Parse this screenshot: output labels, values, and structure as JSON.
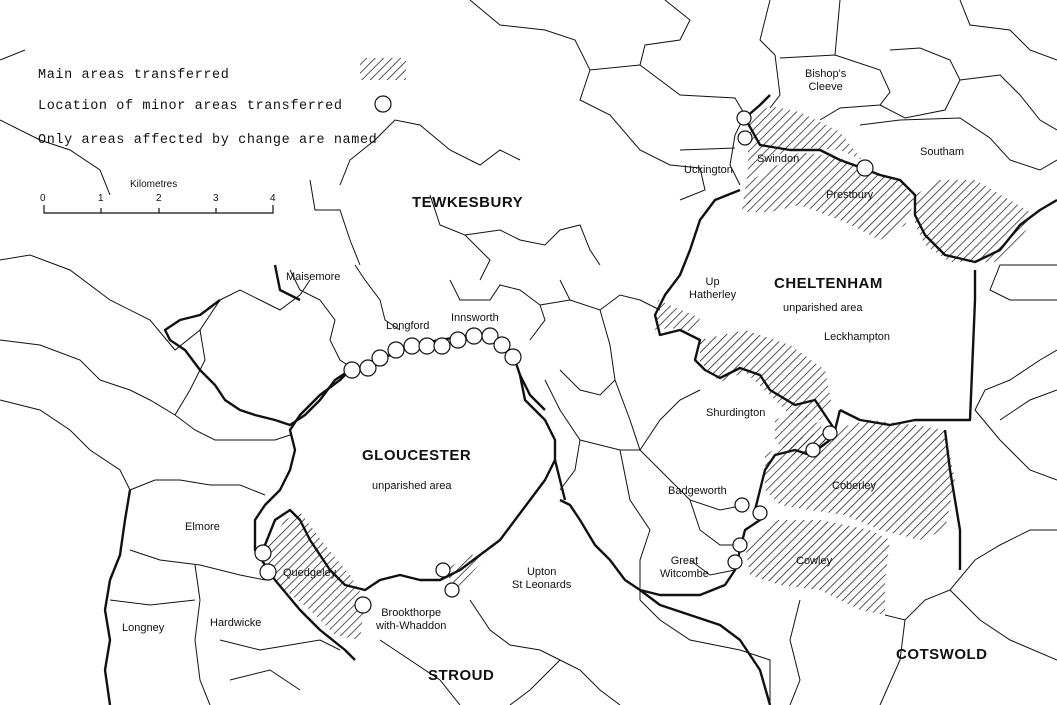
{
  "legend": {
    "main_areas": "Main areas transferred",
    "minor_areas": "Location of minor areas transferred",
    "note": "Only areas affected by change are named"
  },
  "scale": {
    "title": "Kilometres",
    "ticks": [
      "0",
      "1",
      "2",
      "3",
      "4"
    ]
  },
  "districts": {
    "tewkesbury": "TEWKESBURY",
    "cheltenham": "CHELTENHAM",
    "gloucester": "GLOUCESTER",
    "stroud": "STROUD",
    "cotswold": "COTSWOLD"
  },
  "unparished": {
    "cheltenham": "unparished area",
    "gloucester": "unparished area"
  },
  "parishes": {
    "bishops_cleeve": "Bishop's\nCleeve",
    "southam": "Southam",
    "swindon": "Swindon",
    "uckington": "Uckington",
    "prestbury": "Prestbury",
    "maisemore": "Maisemore",
    "longford": "Longford",
    "innsworth": "Innsworth",
    "up_hatherley": "Up\nHatherley",
    "leckhampton": "Leckhampton",
    "shurdington": "Shurdington",
    "badgeworth": "Badgeworth",
    "coberley": "Coberley",
    "elmore": "Elmore",
    "quedgeley": "Quedgeley",
    "great_witcombe": "Great\nWitcombe",
    "cowley": "Cowley",
    "upton_st_leonards": "Upton\nSt Leonards",
    "brookthorpe": "Brookthorpe\nwith-Whaddon",
    "longney": "Longney",
    "hardwicke": "Hardwicke"
  },
  "colors": {
    "ink": "#111111",
    "paper": "#ffffff"
  }
}
